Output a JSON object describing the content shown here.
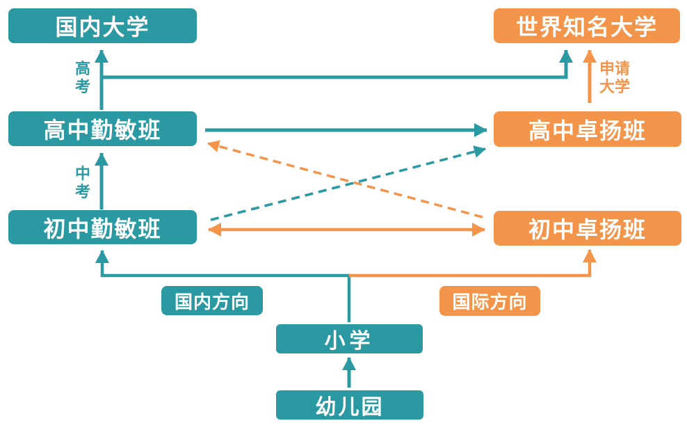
{
  "colors": {
    "teal": "#2b99a2",
    "orange": "#f2954a",
    "box_text": "#ffffff",
    "background": "#ffffff"
  },
  "diagram": {
    "nodes": {
      "domestic_university": {
        "label": "国内大学",
        "track": "domestic"
      },
      "world_university": {
        "label": "世界知名大学",
        "track": "international"
      },
      "hs_qinmin": {
        "label": "高中勤敏班",
        "track": "domestic"
      },
      "hs_zhuoyang": {
        "label": "高中卓扬班",
        "track": "international"
      },
      "ms_qinmin": {
        "label": "初中勤敏班",
        "track": "domestic"
      },
      "ms_zhuoyang": {
        "label": "初中卓扬班",
        "track": "international"
      },
      "primary": {
        "label": "小学",
        "track": "shared"
      },
      "kindergarten": {
        "label": "幼儿园",
        "track": "shared"
      }
    },
    "edge_labels": {
      "gaokao": "高考",
      "zhongkao": "中考",
      "apply_university": "申请大学"
    },
    "tags": {
      "domestic_track": "国内方向",
      "international_track": "国际方向"
    },
    "edges": [
      {
        "from": "高中勤敏班",
        "to": "国内大学",
        "label": "高考",
        "style": "solid",
        "color": "teal"
      },
      {
        "from": "高中勤敏班",
        "to": "世界知名大学",
        "label": "",
        "style": "solid",
        "color": "teal"
      },
      {
        "from": "高中卓扬班",
        "to": "世界知名大学",
        "label": "申请大学",
        "style": "solid",
        "color": "orange"
      },
      {
        "from": "初中勤敏班",
        "to": "高中勤敏班",
        "label": "中考",
        "style": "solid",
        "color": "teal"
      },
      {
        "from": "高中勤敏班",
        "to": "高中卓扬班",
        "label": "",
        "style": "solid",
        "color": "teal"
      },
      {
        "from": "初中勤敏班",
        "to": "高中卓扬班",
        "label": "",
        "style": "dashed",
        "color": "teal"
      },
      {
        "from": "初中卓扬班",
        "to": "高中勤敏班",
        "label": "",
        "style": "dashed",
        "color": "orange"
      },
      {
        "from": "初中勤敏班",
        "to": "初中卓扬班",
        "label": "",
        "style": "solid",
        "color": "orange",
        "bidirectional": true
      },
      {
        "from": "小学",
        "to": "初中勤敏班",
        "label": "",
        "style": "solid",
        "color": "teal"
      },
      {
        "from": "小学",
        "to": "初中卓扬班",
        "label": "",
        "style": "solid",
        "color": "orange"
      },
      {
        "from": "幼儿园",
        "to": "小学",
        "label": "",
        "style": "solid",
        "color": "teal"
      }
    ]
  }
}
